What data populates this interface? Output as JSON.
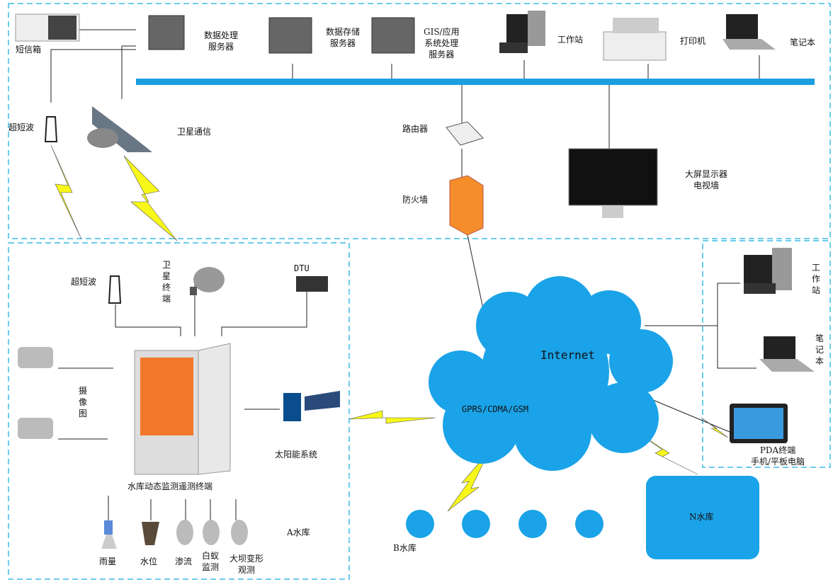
{
  "colors": {
    "frame": "#3bbbe8",
    "bus": "#1d9ee0",
    "cloud": "#1aa3e8",
    "bolt": "#f7f71a",
    "device": "#6a6e75"
  },
  "top": {
    "sms_box": "短信箱",
    "data_server": "数据处理\n服务器",
    "storage_server": "数据存储\n服务器",
    "gis_server": "GIS/应用\n系统处理\n服务器",
    "workstation": "工作站",
    "printer": "打印机",
    "laptop": "笔记本",
    "shortwave": "超短波",
    "satellite": "卫星通信",
    "router": "路由器",
    "firewall": "防火墙",
    "display_wall": "大屏显示器\n电视墙"
  },
  "cloud": {
    "internet": "Internet",
    "gprs": "GPRS/CDMA/GSM"
  },
  "a_reservoir": {
    "title": "A水库",
    "shortwave": "超短波",
    "satellite_terminal": "卫星终端",
    "dtu": "DTU",
    "camera": "摄像图",
    "solar": "太阳能系统",
    "terminal": "水库动态监测遥测终端",
    "sensors": [
      "雨量",
      "水位",
      "渗流",
      "白蚁\n监测",
      "大坝变形\n观测"
    ]
  },
  "right": {
    "workstation": "工作站",
    "laptop": "笔记本",
    "pda": "PDA终端\n手机/平板电脑"
  },
  "b_reservoir": "B水库",
  "n_reservoir": "N水库"
}
